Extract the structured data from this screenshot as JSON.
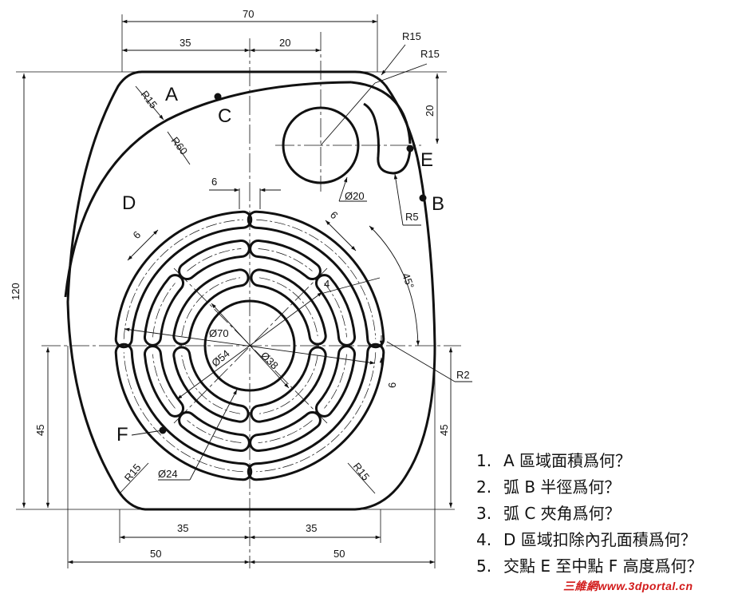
{
  "dimensions": {
    "width_70": "70",
    "top_35": "35",
    "top_20": "20",
    "r15_top_a": "R15",
    "r15_top_b": "R15",
    "right_20": "20",
    "r15_left": "R15",
    "r60": "R60",
    "phi20": "Ø20",
    "r5": "R5",
    "six_top": "6",
    "six_left": "6",
    "six_right": "6",
    "four": "4",
    "angle_45": "45°",
    "phi70": "Ø70",
    "phi54": "Ø54",
    "phi38": "Ø38",
    "six_vertical": "6",
    "r2": "R2",
    "height_120": "120",
    "left_45": "45",
    "right_45": "45",
    "phi24": "Ø24",
    "r15_bottom_left": "R15",
    "r15_bottom_right": "R15",
    "bottom_35_left": "35",
    "bottom_35_right": "35",
    "bottom_50_left": "50",
    "bottom_50_right": "50"
  },
  "labels": {
    "A": "A",
    "B": "B",
    "C": "C",
    "D": "D",
    "E": "E",
    "F": "F"
  },
  "questions": [
    {
      "num": "1.",
      "text": "A 區域面積爲何？"
    },
    {
      "num": "2.",
      "text": "弧 B 半徑爲何？"
    },
    {
      "num": "3.",
      "text": "弧 C 夾角爲何？"
    },
    {
      "num": "4.",
      "text": "D 區域扣除內孔面積爲何？"
    },
    {
      "num": "5.",
      "text": "交點 E 至中點 F 高度爲何？"
    }
  ],
  "watermark": "三維網www.3dportal.cn",
  "colors": {
    "line": "#111111",
    "watermark": "#d21a1a"
  }
}
